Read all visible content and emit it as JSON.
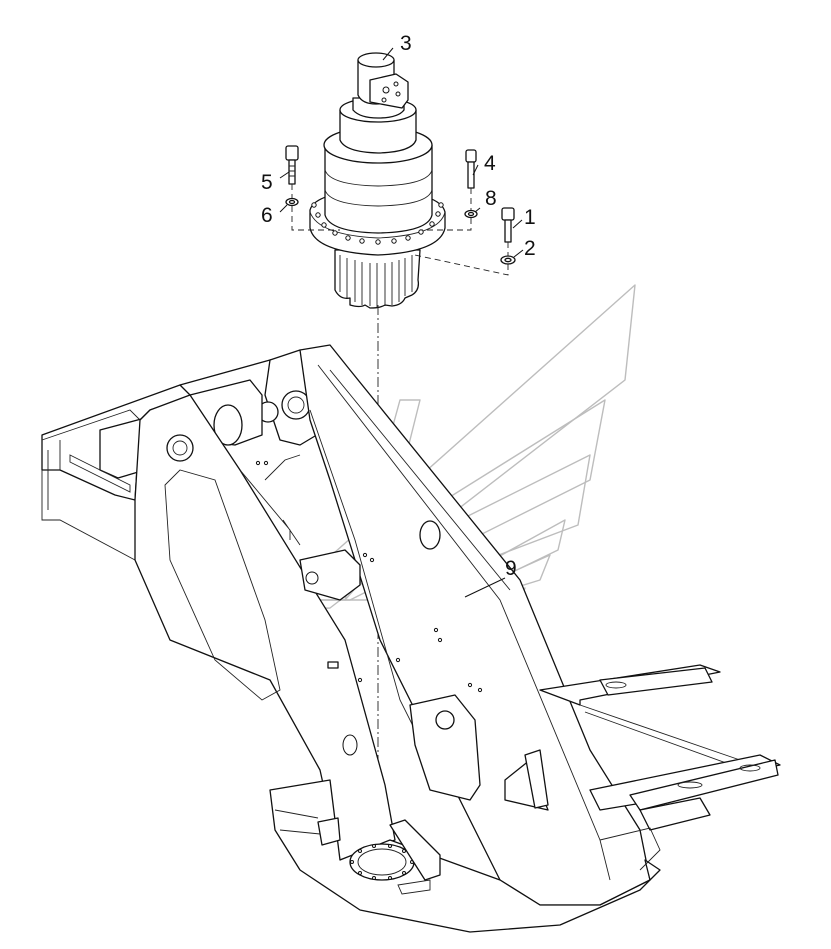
{
  "diagram": {
    "type": "exploded-parts-drawing",
    "callouts": [
      {
        "id": "c1",
        "label": "1"
      },
      {
        "id": "c2",
        "label": "2"
      },
      {
        "id": "c3",
        "label": "3"
      },
      {
        "id": "c4",
        "label": "4"
      },
      {
        "id": "c5",
        "label": "5"
      },
      {
        "id": "c6",
        "label": "6"
      },
      {
        "id": "c8",
        "label": "8"
      },
      {
        "id": "c9",
        "label": "9"
      }
    ]
  }
}
